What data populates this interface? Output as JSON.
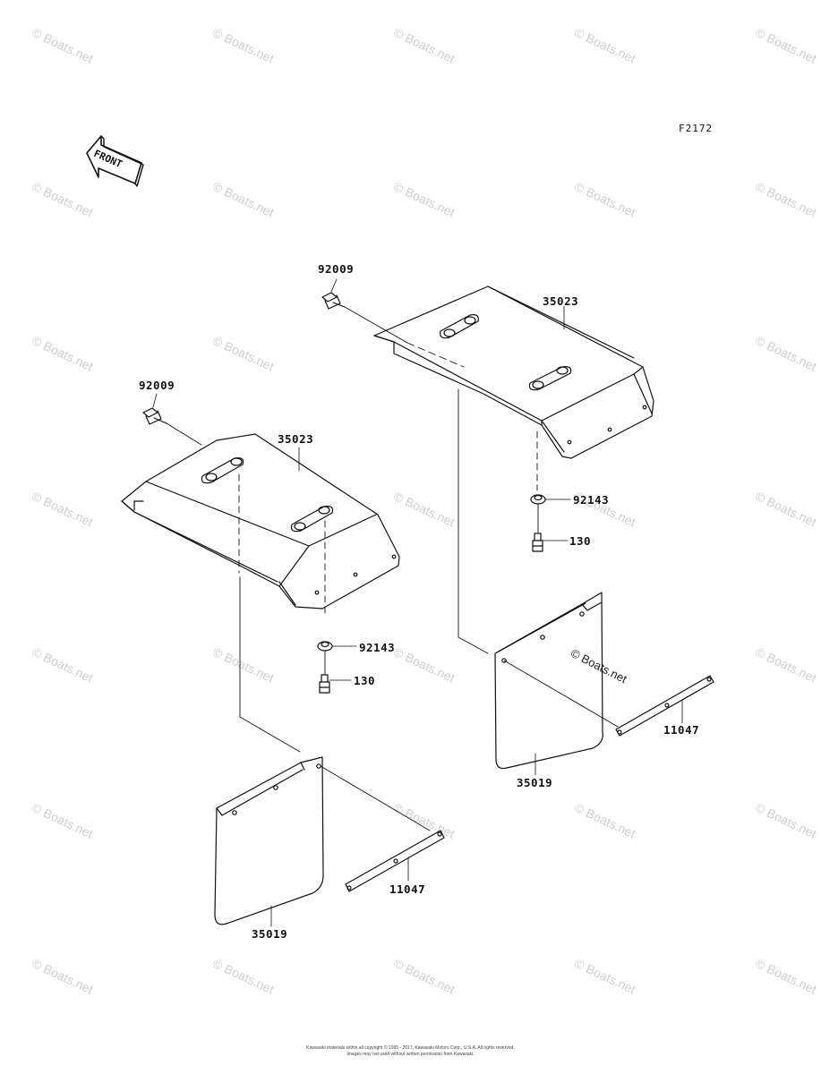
{
  "drawing_code": "F2172",
  "front_label": "FRONT",
  "watermark_text": "© Boats.net",
  "parts": {
    "bolt_upper": "92009",
    "fender_upper": "35023",
    "collar_upper": "92143",
    "bolt_small_upper": "130",
    "mudflap_upper": "35019",
    "bracket_upper": "11047",
    "bolt_lower": "92009",
    "fender_lower": "35023",
    "collar_lower": "92143",
    "bolt_small_lower": "130",
    "mudflap_lower": "35019",
    "bracket_lower": "11047"
  },
  "copyright_line1": "Kawasaki materials within all copyright © 1995 - 2017, Kawasaki Motors Corp., U.S.A. All rights reserved.",
  "copyright_line2": "Images may not used without written permission from Kawasaki."
}
